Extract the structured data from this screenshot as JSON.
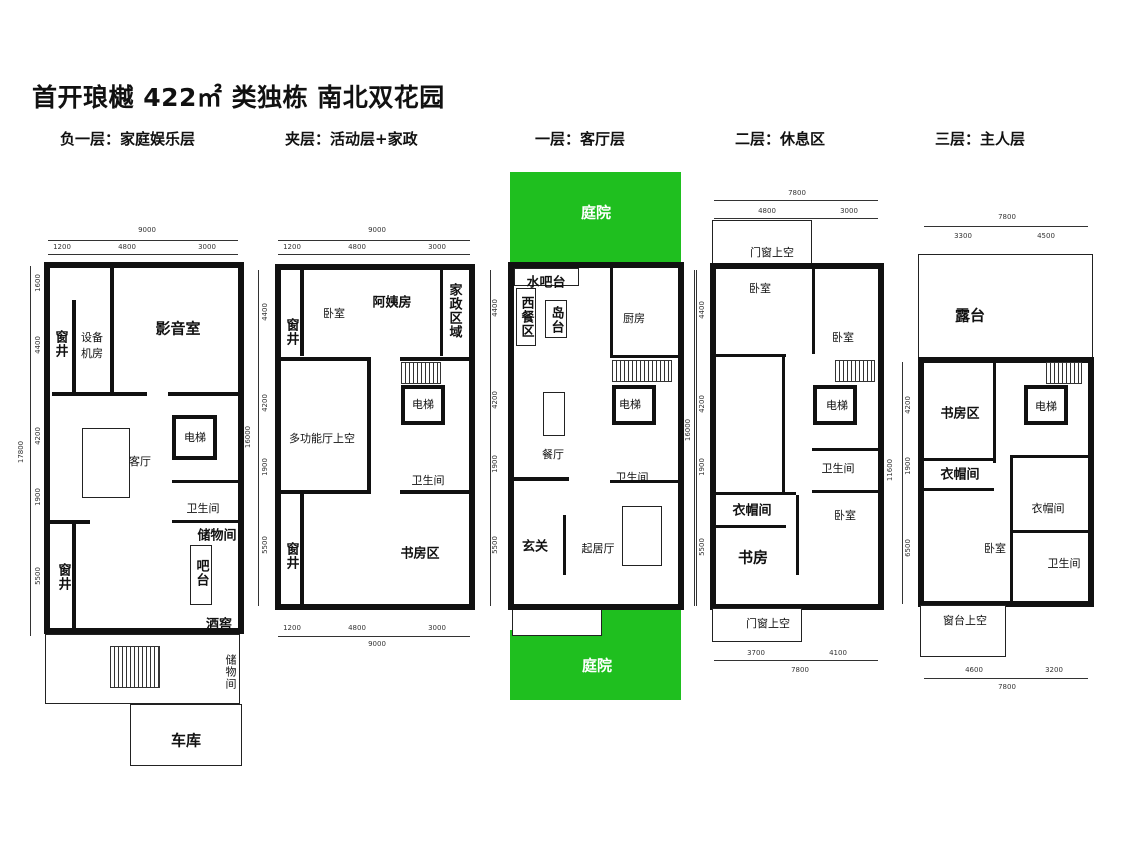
{
  "title": "首开琅樾 422㎡  类独栋  南北双花园",
  "floors": [
    {
      "heading": "负一层：家庭娱乐层",
      "dims": {
        "total_w": "9000",
        "w": [
          "1200",
          "4800",
          "3000"
        ],
        "h": [
          "1600",
          "4400",
          "4200",
          "1900",
          "5500"
        ],
        "total_h": "17800"
      },
      "rooms": [
        "窗井",
        "设备机房",
        "影音室",
        "电梯",
        "客厅",
        "卫生间",
        "储物间",
        "吧台",
        "窗井",
        "酒窖",
        "储物间",
        "车库"
      ]
    },
    {
      "heading": "夹层：活动层+家政",
      "dims": {
        "total_w": "9000",
        "w": [
          "1200",
          "4800",
          "3000"
        ],
        "h": [
          "4400",
          "4200",
          "1900",
          "5500"
        ],
        "total_h": "16000",
        "bottom_w": [
          "1200",
          "4800",
          "3000"
        ],
        "bottom_total": "9000"
      },
      "rooms": [
        "窗井",
        "卧室",
        "阿姨房",
        "家政区域",
        "电梯",
        "多功能厅上空",
        "卫生间",
        "窗井",
        "书房区"
      ]
    },
    {
      "heading": "一层：客厅层",
      "dims": {
        "h": [
          "4400",
          "4200",
          "1900",
          "5500"
        ],
        "total_h": "16000"
      },
      "rooms": [
        "庭院",
        "水吧台",
        "西餐区",
        "岛台",
        "厨房",
        "电梯",
        "餐厅",
        "卫生间",
        "玄关",
        "起居厅",
        "庭院"
      ]
    },
    {
      "heading": "二层：休息区",
      "dims": {
        "total_w": "7800",
        "w": [
          "4800",
          "3000"
        ],
        "h": [
          "4400",
          "4200",
          "1900",
          "5500"
        ],
        "total_h": "11600",
        "bottom_w": [
          "3700",
          "4100"
        ],
        "bottom_total": "7800"
      },
      "rooms": [
        "门窗上空",
        "卧室",
        "卧室",
        "电梯",
        "卫生间",
        "衣帽间",
        "卧室",
        "书房",
        "门窗上空"
      ]
    },
    {
      "heading": "三层：主人层",
      "dims": {
        "total_w": "7800",
        "w": [
          "3300",
          "4500"
        ],
        "h": [
          "4200",
          "1900",
          "6500"
        ],
        "bottom_w": [
          "4600",
          "3200"
        ],
        "bottom_total": "7800"
      },
      "rooms": [
        "露台",
        "书房区",
        "电梯",
        "衣帽间",
        "衣帽间",
        "卧室",
        "卫生间",
        "窗台上空"
      ]
    }
  ],
  "colors": {
    "garden": "#1fbf1f",
    "wall": "#111111"
  }
}
